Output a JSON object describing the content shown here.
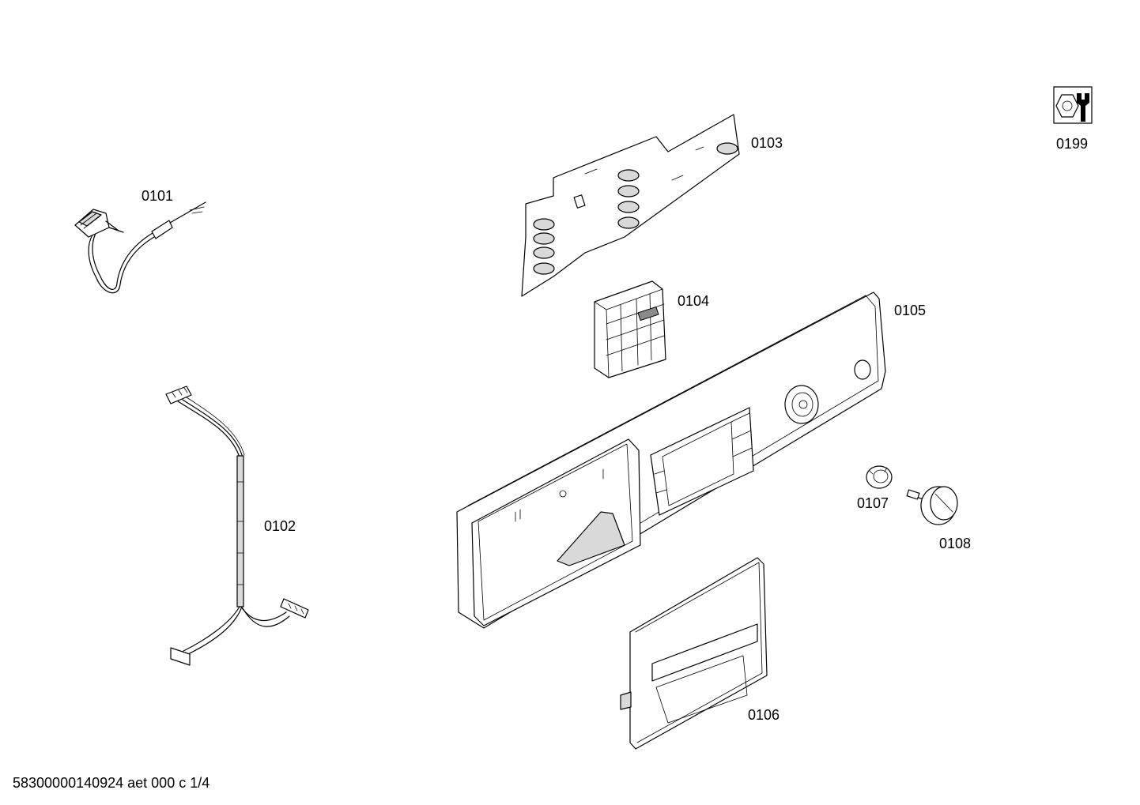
{
  "parts": [
    {
      "id": "power-cord",
      "label": "0101"
    },
    {
      "id": "wiring-harness",
      "label": "0102"
    },
    {
      "id": "control-module",
      "label": "0103"
    },
    {
      "id": "switch-block",
      "label": "0104"
    },
    {
      "id": "control-panel-fascia",
      "label": "0105"
    },
    {
      "id": "detergent-drawer-handle",
      "label": "0106"
    },
    {
      "id": "small-knob",
      "label": "0107"
    },
    {
      "id": "programme-selector-knob",
      "label": "0108"
    },
    {
      "id": "service-tool-symbol",
      "label": "0199"
    }
  ],
  "footer": {
    "code": "58300000140924 aet 000 c 1/4"
  },
  "icons": [
    "wrench-nut-icon"
  ],
  "colors": {
    "line": "#000000",
    "background": "#ffffff"
  }
}
